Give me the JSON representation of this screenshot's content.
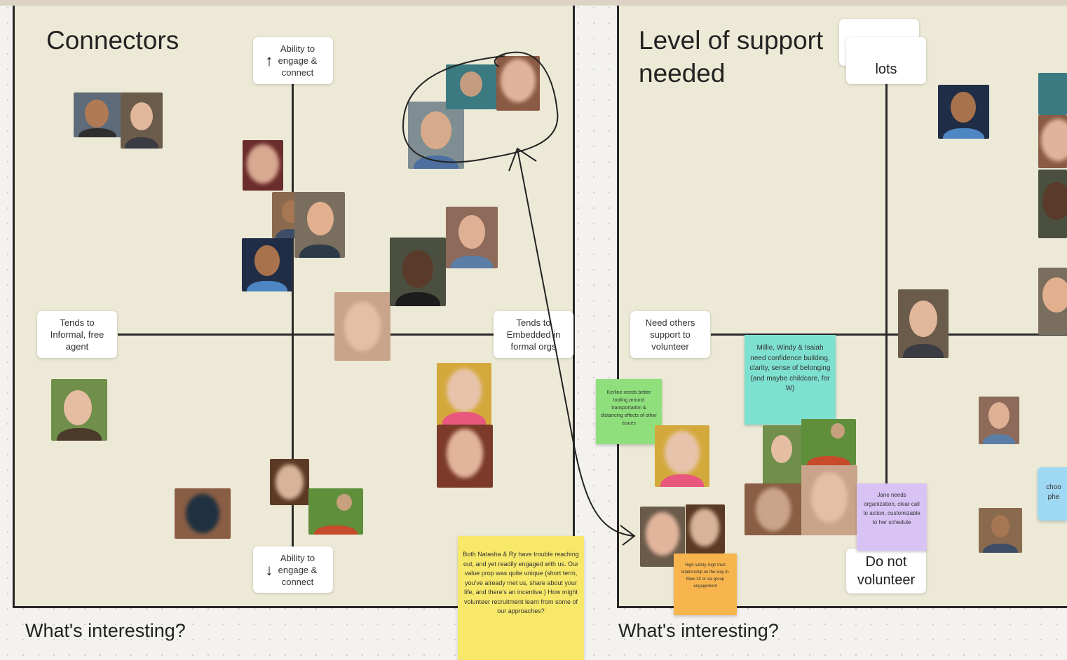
{
  "left_board": {
    "title": "Connectors",
    "axis_top": "Ability to engage & connect",
    "axis_bottom": "Ability to engage & connect",
    "axis_left": "Tends to Informal, free agent",
    "axis_right": "Tends to Embedded in formal orgs",
    "footer": "What's interesting?",
    "sticky_note": "Both Natasha & Ry have trouble reaching out, and yet readily engaged with us. Our value prop was quite unique (short term, you've already met us, share about your life, and there's an incentive.) How might volunteer recruitment learn from some of our approaches?"
  },
  "right_board": {
    "title": "Level of support needed",
    "axis_top": "lots",
    "axis_bottom": "Do not volunteer",
    "axis_left": "Need others support to volunteer",
    "footer": "What's interesting?",
    "teal_note": "Millie, Windy & Isaiah need confidence building, clarity, sense of belonging (and maybe childcare, for W)",
    "green_note": "Kerline needs better tooling around transportation & distancing effects of other issues",
    "purple_note": "Jane needs organization, clear call to action, customizable to her schedule",
    "orange_note": "High safety, high trust relationship on the way in. Mow 10 or via group engagement",
    "blue_note_partial": "choo phe"
  },
  "colors": {
    "board_bg": "#ece9d6",
    "sticky_yellow": "#f7e86a",
    "sticky_teal": "#7ee0cf",
    "sticky_green": "#8fe07c",
    "sticky_purple": "#d9c3f5",
    "sticky_orange": "#f8b54e",
    "sticky_blue": "#9fd8f2"
  },
  "icons": {
    "arrow_up": "↑",
    "arrow_down": "↓"
  }
}
